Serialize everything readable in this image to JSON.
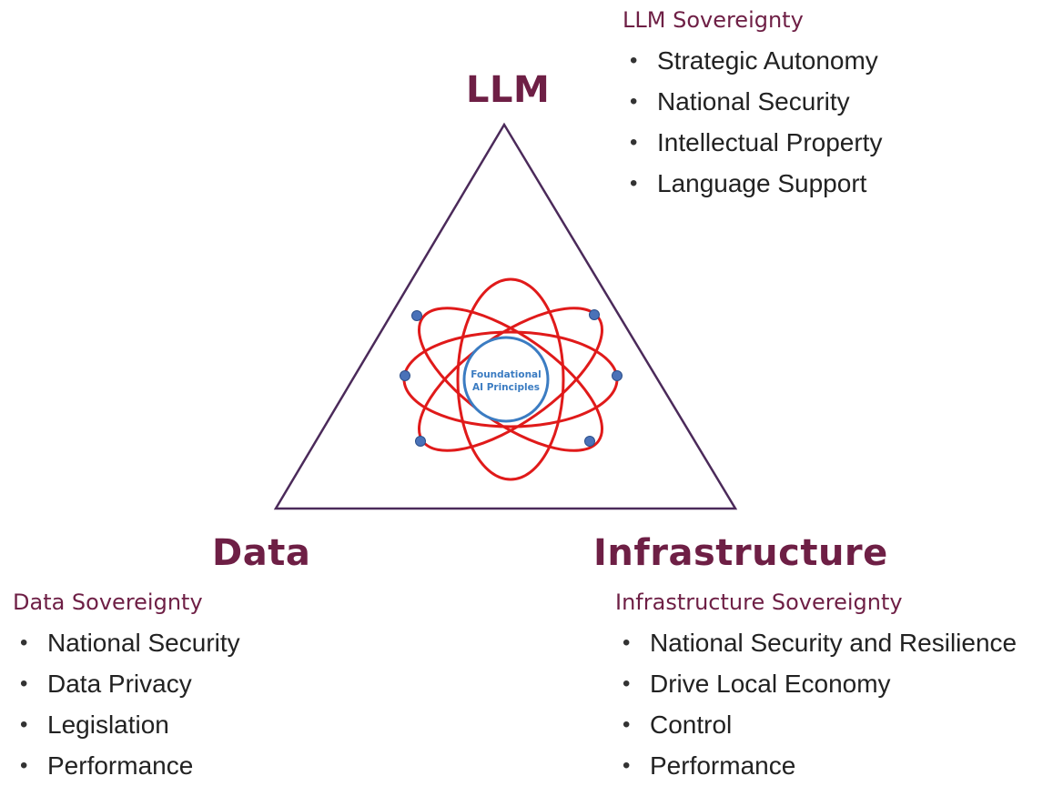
{
  "vertices": {
    "llm": "LLM",
    "data": "Data",
    "infrastructure": "Infrastructure"
  },
  "center": {
    "line1": "Foundational",
    "line2": "AI Principles"
  },
  "llm_group": {
    "heading": "LLM Sovereignty",
    "items": [
      "Strategic Autonomy",
      "National Security",
      "Intellectual Property",
      "Language Support"
    ]
  },
  "data_group": {
    "heading": "Data Sovereignty",
    "items": [
      "National Security",
      "Data Privacy",
      "Legislation",
      "Performance"
    ]
  },
  "infra_group": {
    "heading": "Infrastructure Sovereignty",
    "items": [
      "National Security and Resilience",
      "Drive Local Economy",
      "Control",
      "Performance"
    ]
  },
  "colors": {
    "heading": "#6e1f45",
    "triangle": "#4b2a5a",
    "orbit": "#e01a1a",
    "nucleus": "#3b7cc2",
    "electron": "#4a72b8"
  }
}
